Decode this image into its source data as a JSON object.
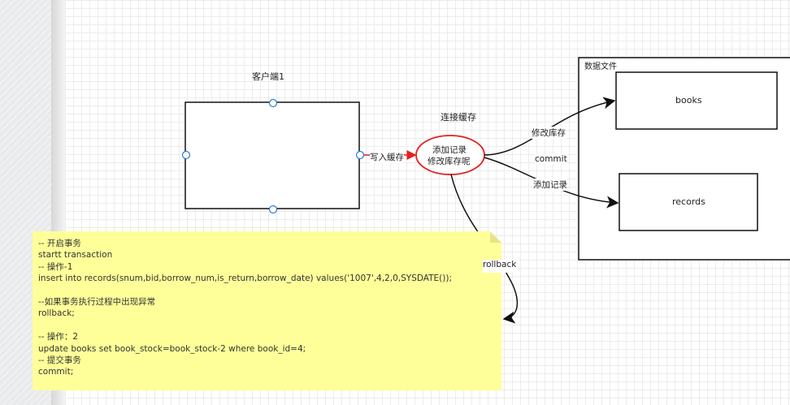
{
  "client": {
    "label": "客户端1"
  },
  "cache": {
    "label": "连接缓存",
    "line1": "添加记录",
    "line2": "修改库存呢"
  },
  "edges": {
    "write_cache": "写入缓存",
    "modify_stock": "修改库存",
    "commit": "commit",
    "add_record": "添加记录",
    "rollback": "rollback"
  },
  "data_file": {
    "label": "数据文件",
    "books": "books",
    "records": "records"
  },
  "note": {
    "lines": [
      "-- 开启事务",
      "startt transaction",
      "-- 操作-1",
      "insert into records(snum,bid,borrow_num,is_return,borrow_date) values('1007',4,2,0,SYSDATE());",
      "",
      "--如果事务执行过程中出现异常",
      "rollback;",
      "",
      "-- 操作：2",
      "update books set book_stock=book_stock-2 where book_id=4;",
      "-- 提交事务",
      "commit;"
    ]
  },
  "colors": {
    "ellipse_stroke": "#e61e1e",
    "note_fill": "#ffff99",
    "write_arrow": "#e61e1e"
  }
}
